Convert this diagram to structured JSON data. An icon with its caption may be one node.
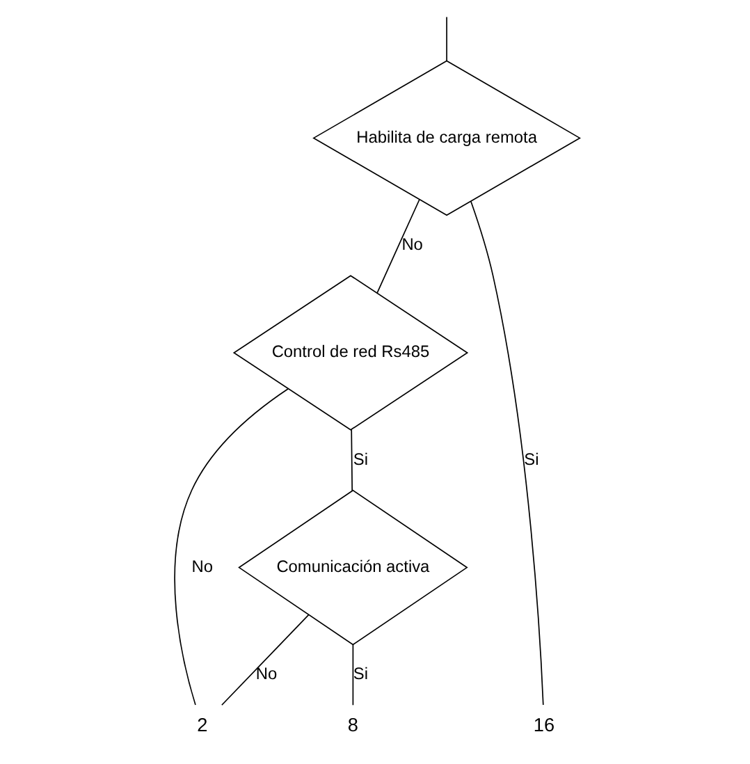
{
  "diagram": {
    "nodes": [
      {
        "text": [
          "Habilita de carga remota"
        ]
      },
      {
        "text": [
          "Control de red Rs485"
        ]
      },
      {
        "text": [
          "Comunicación activa"
        ]
      },
      {
        "text": [
          "2"
        ]
      },
      {
        "text": [
          "8"
        ]
      },
      {
        "text": [
          "16"
        ]
      }
    ],
    "edges": [
      {
        "from": null,
        "to": 0,
        "arrow": "none"
      },
      {
        "from": 0,
        "to": 1,
        "label": "No",
        "arrow": "none"
      },
      {
        "from": 0,
        "to": 5,
        "label": "Si",
        "arrow": "none"
      },
      {
        "from": 1,
        "to": 3,
        "label": "No",
        "arrow": "none"
      },
      {
        "from": 1,
        "to": 2,
        "label": "Si",
        "arrow": "none"
      },
      {
        "from": 2,
        "to": 3,
        "label": "No",
        "arrow": "none"
      },
      {
        "from": 2,
        "to": 4,
        "label": "Si",
        "arrow": "none"
      }
    ]
  }
}
